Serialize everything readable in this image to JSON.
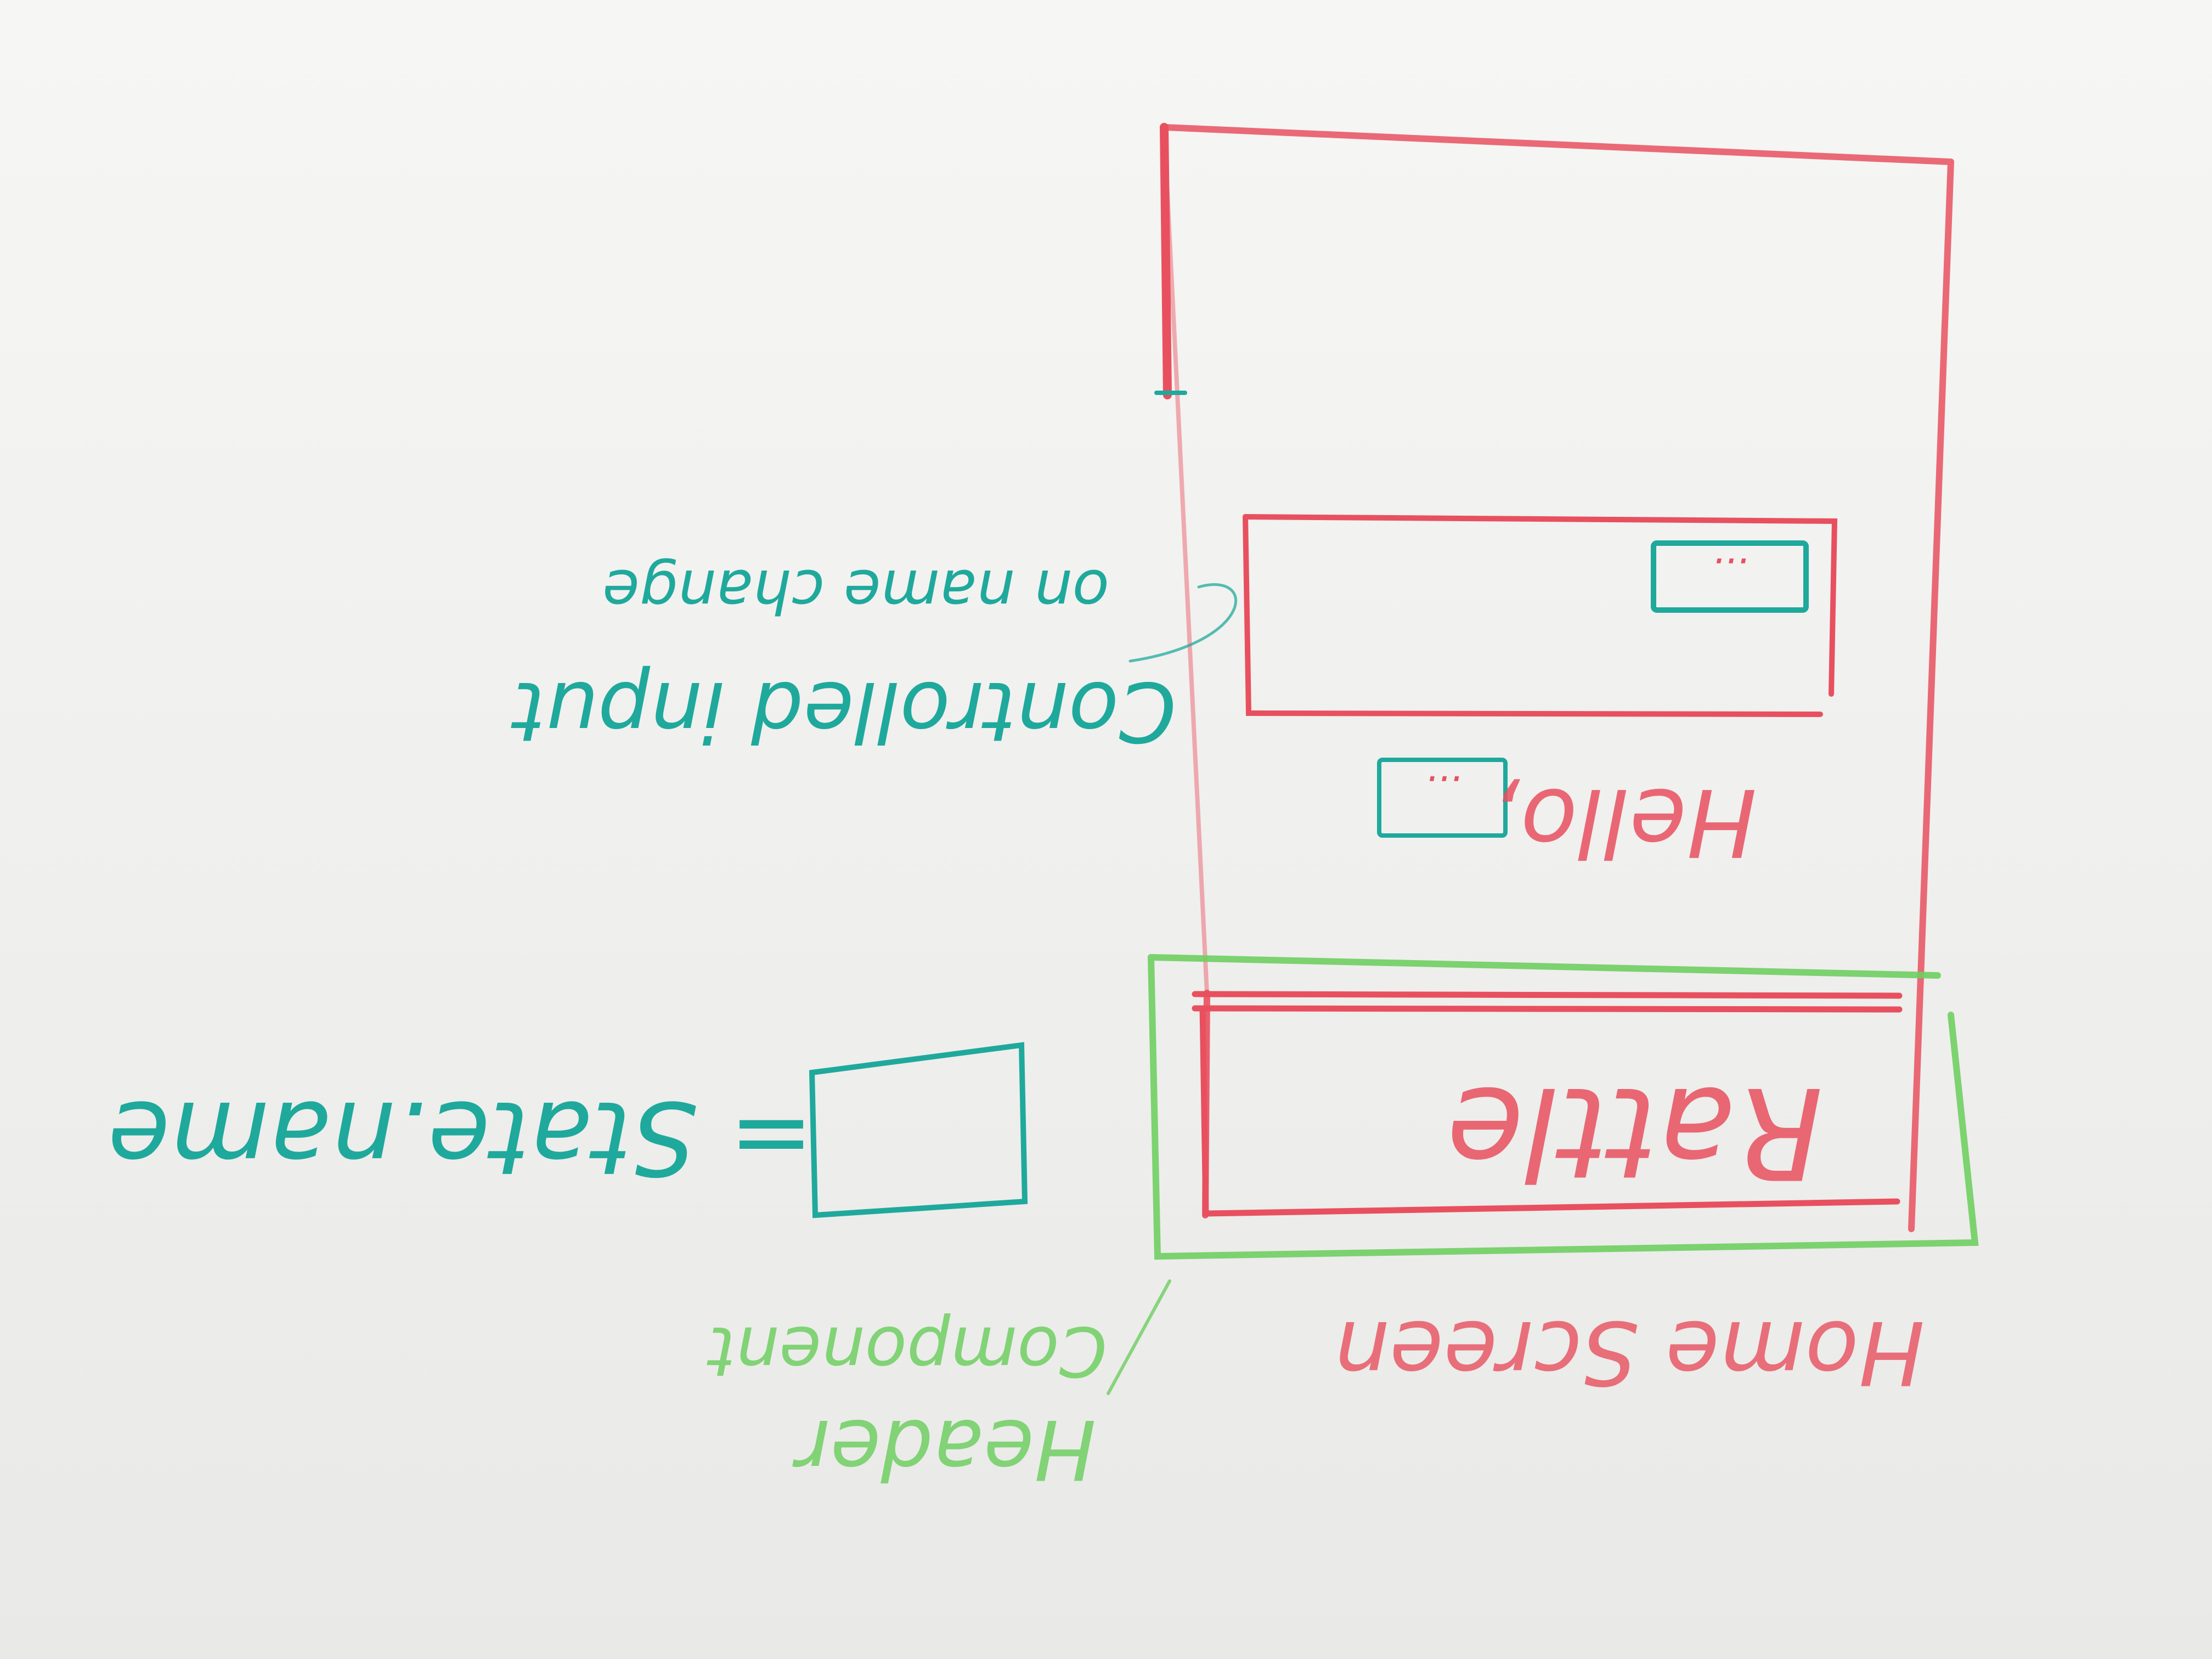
{
  "colors": {
    "red": "#e8505f",
    "green": "#6fcf62",
    "teal": "#1fa99c",
    "board": "#f2f2f0"
  },
  "labels": {
    "home_screen": "Home Screen",
    "header_component_line1": "Header",
    "header_component_line2": "Component",
    "header_title": "Rattle",
    "hello": "Hello,",
    "hello_placeholder": "...",
    "input_placeholder": "...",
    "controlled_input_line1": "Controlled input",
    "controlled_input_line2": "on name change",
    "state_equals": "= State.name"
  }
}
